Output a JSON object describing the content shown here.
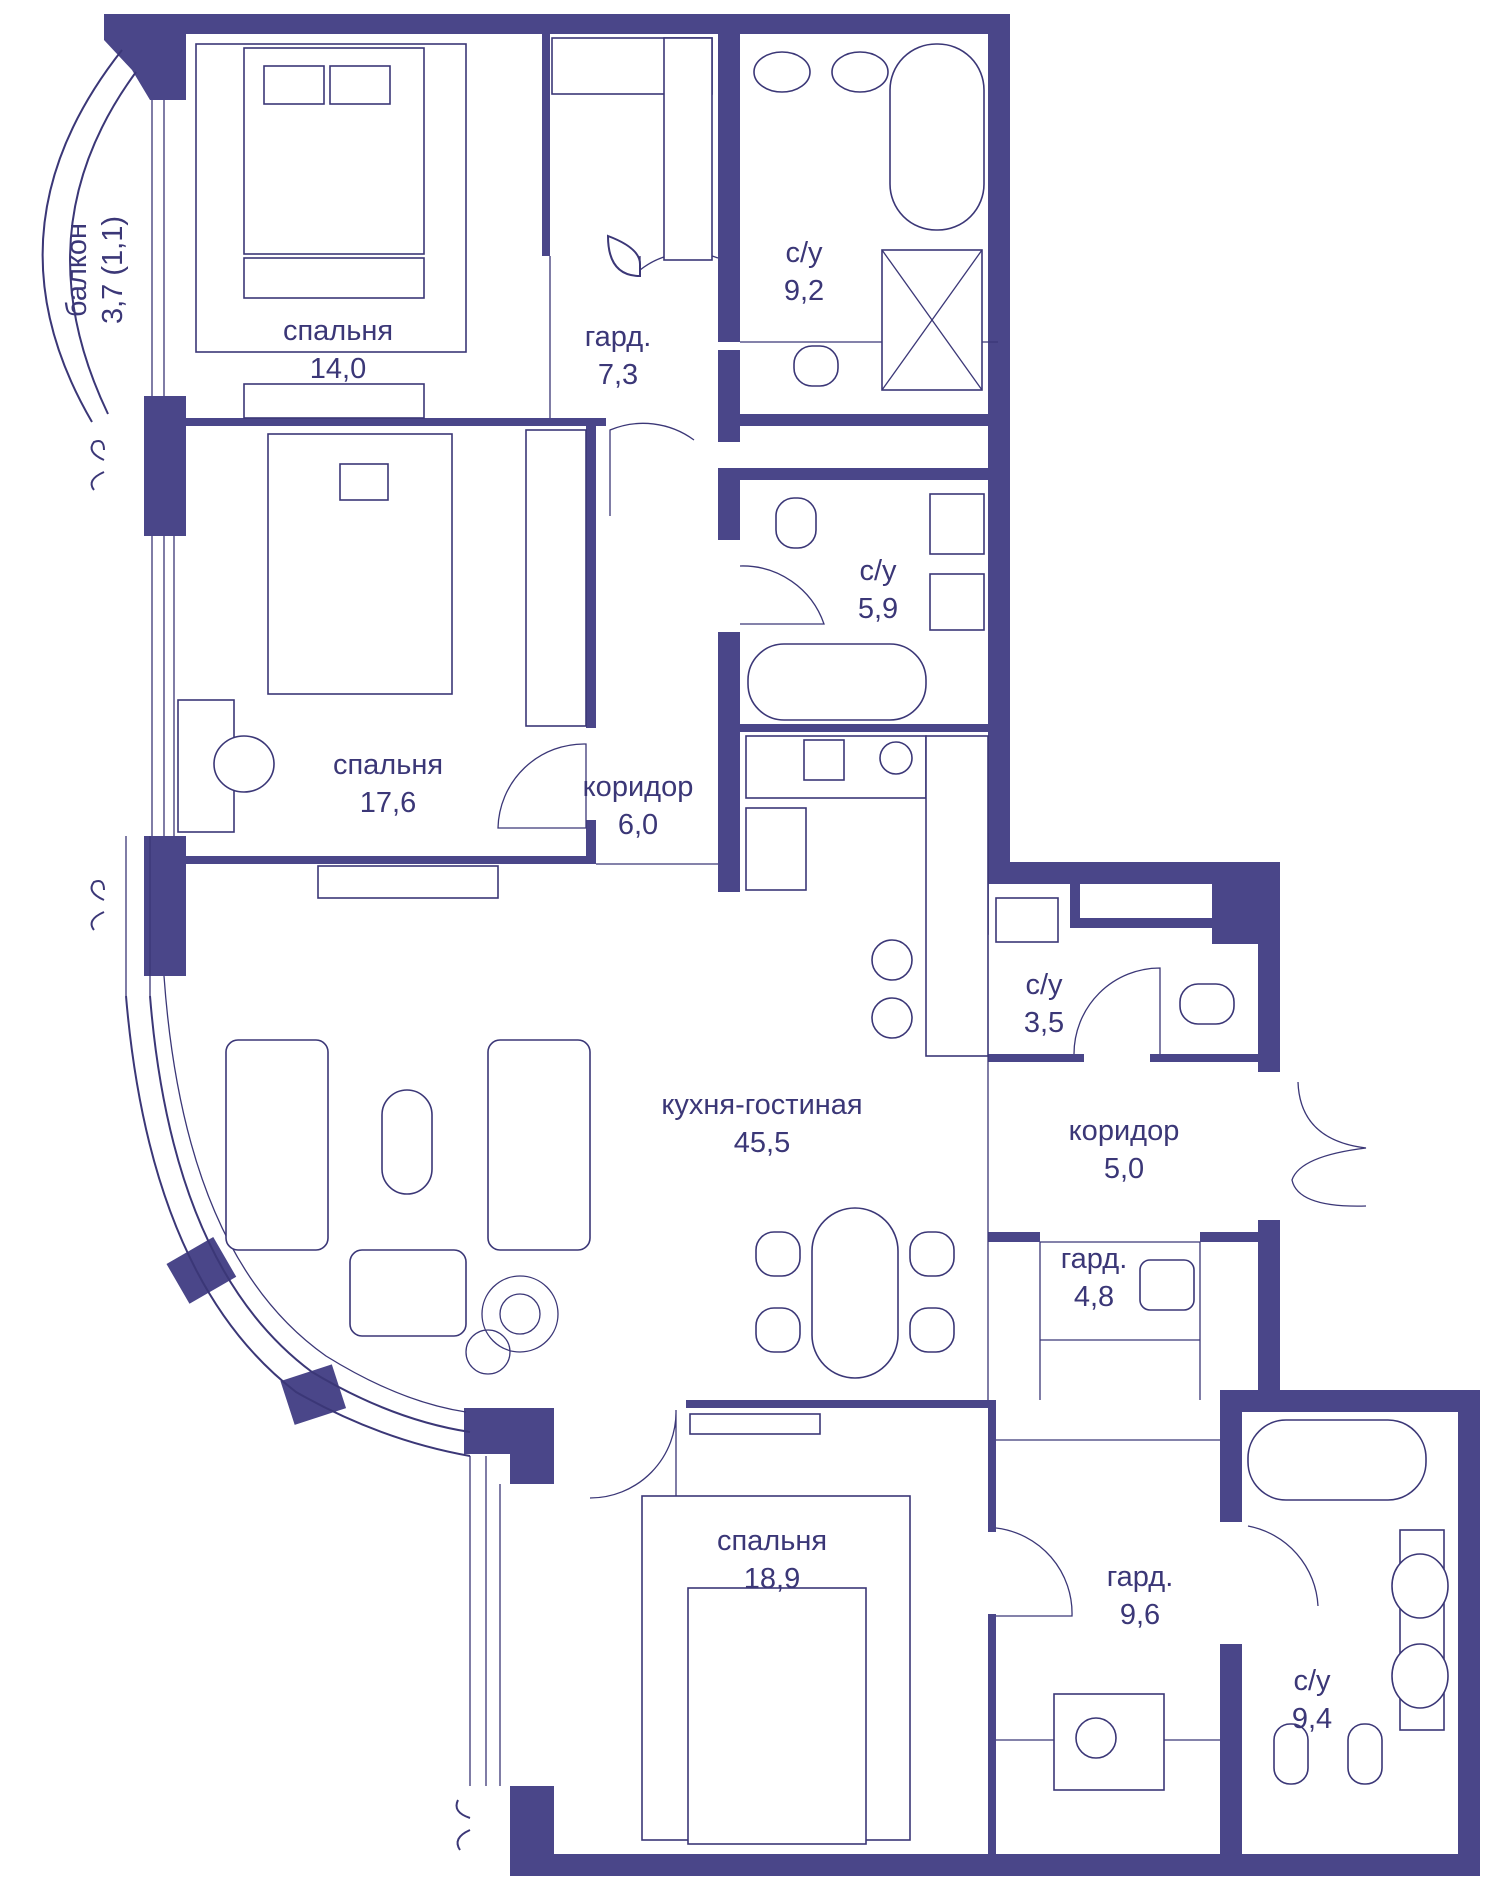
{
  "colors": {
    "wall": "#4a4689",
    "line": "#3b3777",
    "background": "#ffffff"
  },
  "rooms": {
    "balcony": {
      "name": "балкон",
      "area": "3,7 (1,1)"
    },
    "bedroom_1": {
      "name": "спальня",
      "area": "14,0"
    },
    "wardrobe_1": {
      "name": "гард.",
      "area": "7,3"
    },
    "bathroom_1": {
      "name": "с/у",
      "area": "9,2"
    },
    "bedroom_2": {
      "name": "спальня",
      "area": "17,6"
    },
    "bathroom_2": {
      "name": "с/у",
      "area": "5,9"
    },
    "corridor_1": {
      "name": "коридор",
      "area": "6,0"
    },
    "bathroom_3": {
      "name": "с/у",
      "area": "3,5"
    },
    "kitchen_living": {
      "name": "кухня-гостиная",
      "area": "45,5"
    },
    "corridor_2": {
      "name": "коридор",
      "area": "5,0"
    },
    "wardrobe_2": {
      "name": "гард.",
      "area": "4,8"
    },
    "bedroom_3": {
      "name": "спальня",
      "area": "18,9"
    },
    "wardrobe_3": {
      "name": "гард.",
      "area": "9,6"
    },
    "bathroom_4": {
      "name": "с/у",
      "area": "9,4"
    }
  }
}
